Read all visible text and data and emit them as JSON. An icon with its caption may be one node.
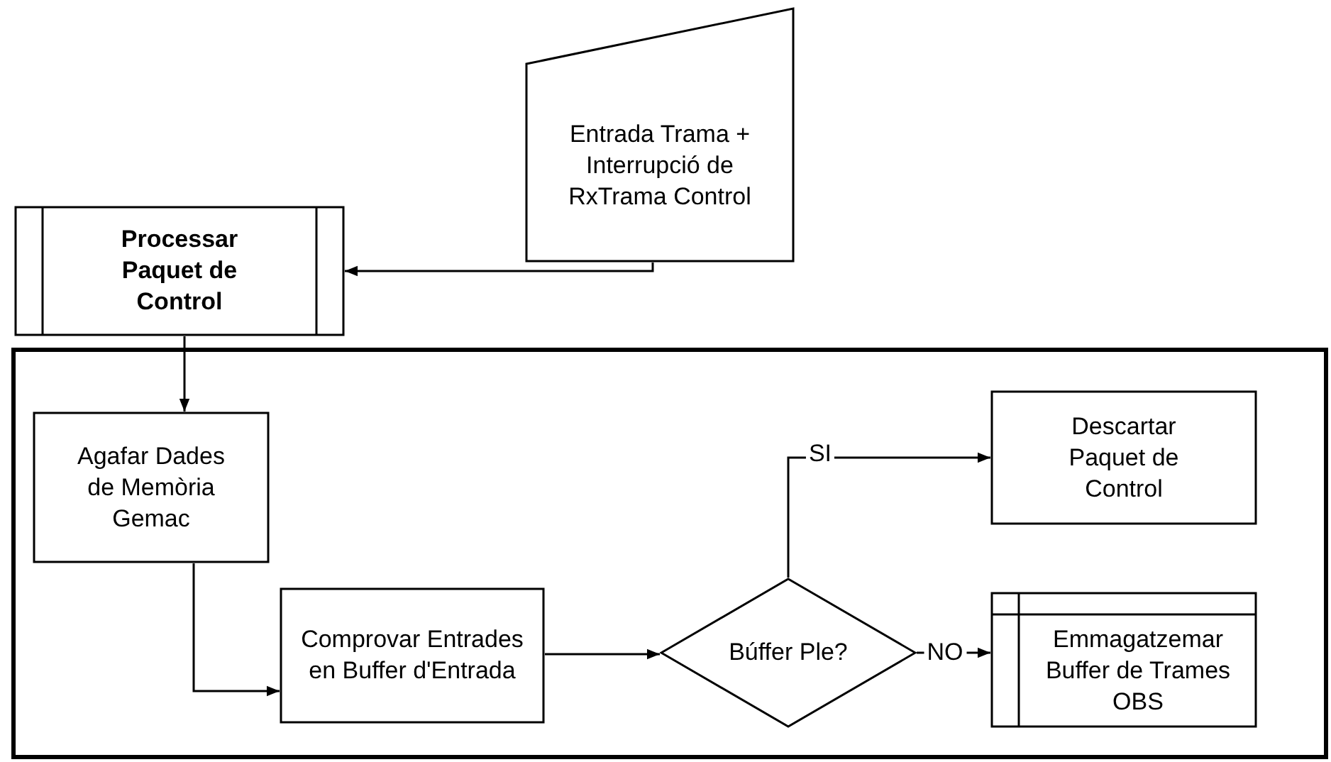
{
  "diagram": {
    "nodes": [
      {
        "text": [
          "Entrada Trama + Interrupció de RxTrama Control"
        ]
      },
      {
        "text": [
          "Processar Paquet de Control"
        ]
      },
      {
        "text": [],
        "shape": "box"
      },
      {
        "text": [
          "Agafar Dades de Memòria Gemac"
        ],
        "in": 2
      },
      {
        "text": [
          "Comprovar Entrades en Buffer d'Entrada"
        ],
        "in": 2
      },
      {
        "text": [
          "Búffer Ple?"
        ],
        "in": 2
      },
      {
        "text": [
          "Descartar Paquet de Control"
        ],
        "in": 2
      },
      {
        "text": [
          "Emmagatzemar Buffer de Trames OBS"
        ],
        "in": 2
      }
    ],
    "edges": [
      {
        "from": 0,
        "to": 1,
        "arrow": "to"
      },
      {
        "from": 1,
        "to": 3,
        "arrow": "to"
      },
      {
        "from": 3,
        "to": 4,
        "arrow": "to"
      },
      {
        "from": 4,
        "to": 5,
        "arrow": "to"
      },
      {
        "from": 5,
        "to": 6,
        "arrow": "to",
        "label": "SI"
      },
      {
        "from": 5,
        "to": 7,
        "arrow": "to",
        "label": "NO"
      }
    ]
  }
}
